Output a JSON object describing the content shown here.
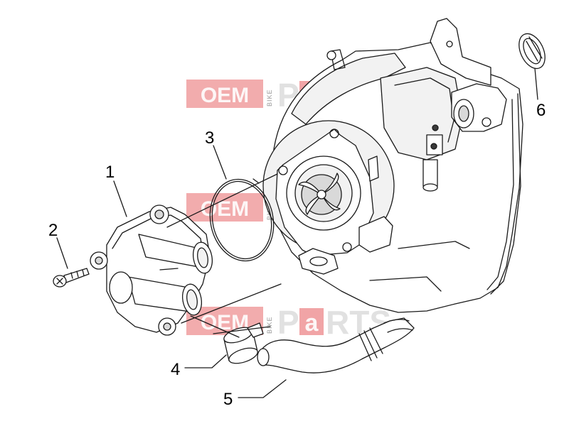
{
  "diagram": {
    "labels": [
      {
        "id": "1",
        "text": "1"
      },
      {
        "id": "2",
        "text": "2"
      },
      {
        "id": "3",
        "text": "3"
      },
      {
        "id": "4",
        "text": "4"
      },
      {
        "id": "5",
        "text": "5"
      },
      {
        "id": "6",
        "text": "6"
      }
    ]
  },
  "watermark": {
    "brand": "OEM",
    "vertical": "BIKE",
    "word_a": "P",
    "word_b": "a",
    "word_c": "RTS",
    "accent_color": "#e8686a",
    "gray_color": "#c9c9c9"
  },
  "colors": {
    "line": "#1a1a1a",
    "background": "#ffffff"
  }
}
